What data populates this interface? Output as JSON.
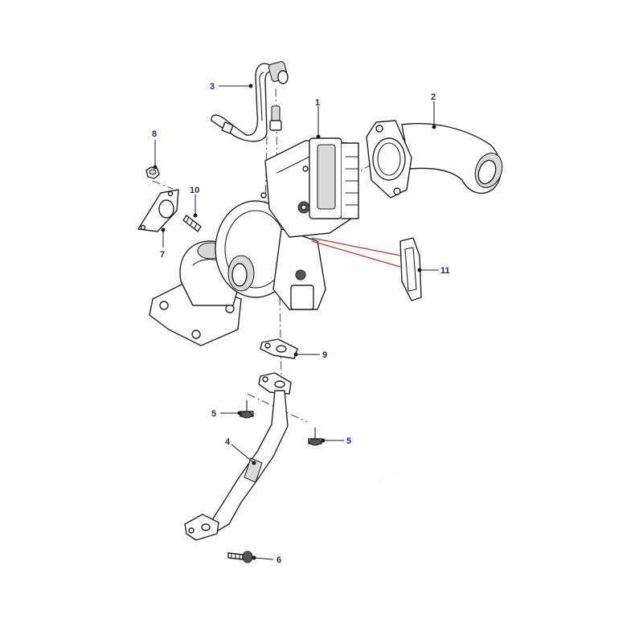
{
  "callouts": {
    "c1": "1",
    "c2": "2",
    "c3": "3",
    "c4": "4",
    "c5a": "5",
    "c5b": "5",
    "c6": "6",
    "c7": "7",
    "c8": "8",
    "c9": "9",
    "c10": "10",
    "c11": "11"
  },
  "colors": {
    "callout_text": "#1f2a6b",
    "line": "#222222",
    "red_leader": "#c83232"
  }
}
